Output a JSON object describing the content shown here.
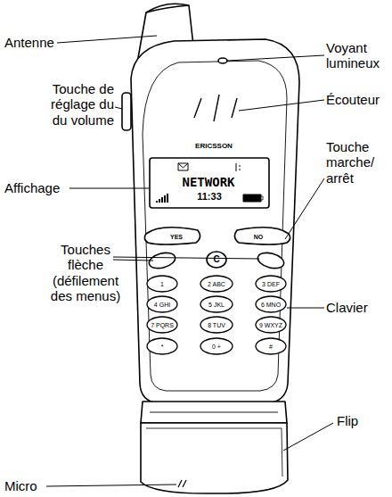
{
  "diagram": {
    "labels": [
      "Antenne",
      "Touche de réglage du du volume",
      "Affichage",
      "Touches flèche (défilement des menus)",
      "Micro",
      "Voyant lumineux",
      "Écouteur",
      "Touche marche/ arrêt",
      "Clavier",
      "Flip",
      "ERICSSON",
      "NETWORK",
      "11:33",
      "YES",
      "NO",
      "C",
      "1",
      "2 ABC",
      "3 DEF",
      "4 GHI",
      "5 JKL",
      "6 MNO",
      "7 PQRS",
      "8 TUV",
      "9 WXYZ",
      "*",
      "0 +",
      "#"
    ]
  }
}
